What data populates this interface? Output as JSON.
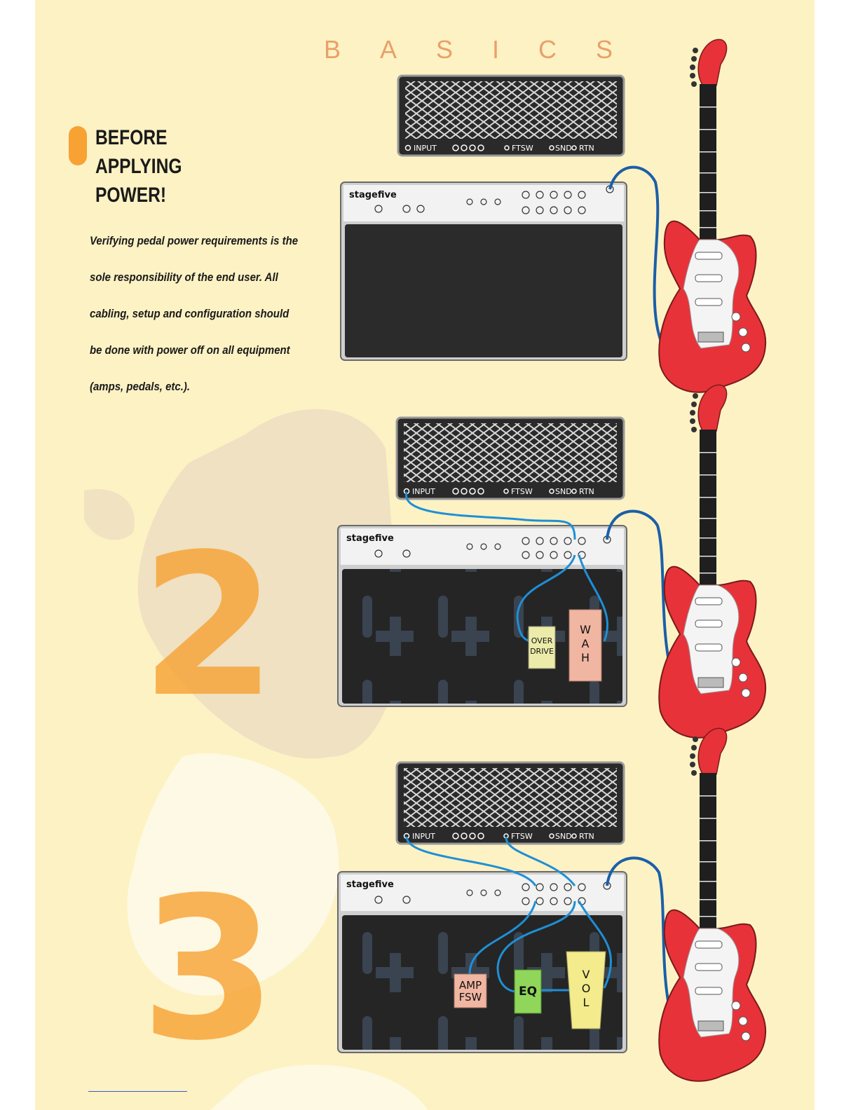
{
  "header": {
    "title": "BASICS"
  },
  "warning": {
    "title_lines": [
      "BEFORE",
      "APPLYING",
      "POWER!"
    ],
    "body_lines": [
      "Verifying pedal power requirements is the",
      "sole responsibility of the end user. All",
      "cabling, setup and configuration should",
      "be done with power off on all equipment",
      "(amps, pedals, etc.)."
    ]
  },
  "amp_panel": {
    "input": "INPUT",
    "ftsw": "FTSW",
    "snd": "SND",
    "rtn": "RTN"
  },
  "pedalboard": {
    "brand": "stagefive"
  },
  "step_numbers": [
    "2",
    "3"
  ],
  "pedals": {
    "overdrive": [
      "OVER",
      "DRIVE"
    ],
    "wah": [
      "W",
      "A",
      "H"
    ],
    "amp_fsw": [
      "AMP",
      "FSW"
    ],
    "eq": "EQ",
    "vol": [
      "V",
      "O",
      "L"
    ]
  },
  "colors": {
    "page_bg": "#fdf2c4",
    "cable": "#1e8fd6",
    "guitar_cable": "#1b5fa8",
    "guitar_body": "#e8323a",
    "step_number": "#f7a233",
    "overdrive": "#ecebaa",
    "wah": "#f0b6a2",
    "amp_fsw": "#f0b6a2",
    "eq": "#8fd65a",
    "vol": "#f3eb8c"
  }
}
